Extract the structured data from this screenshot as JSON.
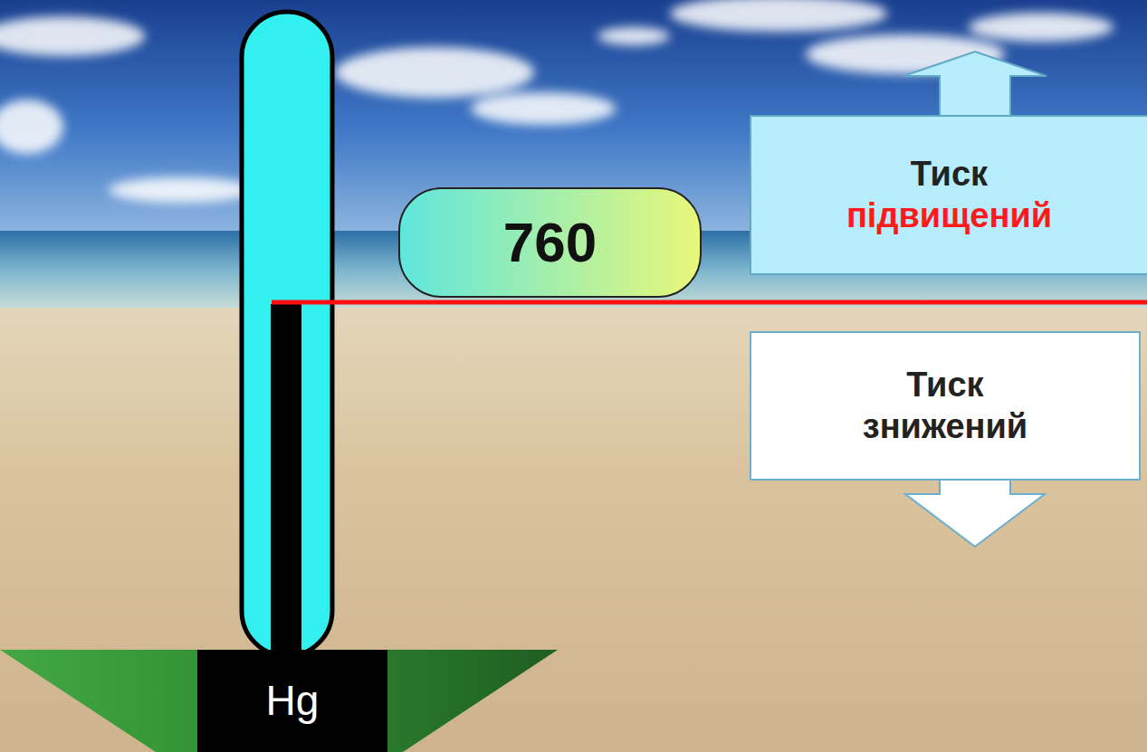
{
  "diagram": {
    "nodes": [
      {
        "text": [
          "760"
        ]
      },
      {
        "text": [
          "Тиск",
          "підвищений"
        ]
      },
      {
        "text": [
          "Тиск",
          "знижений"
        ]
      },
      {
        "text": [
          "Hg"
        ]
      }
    ]
  }
}
